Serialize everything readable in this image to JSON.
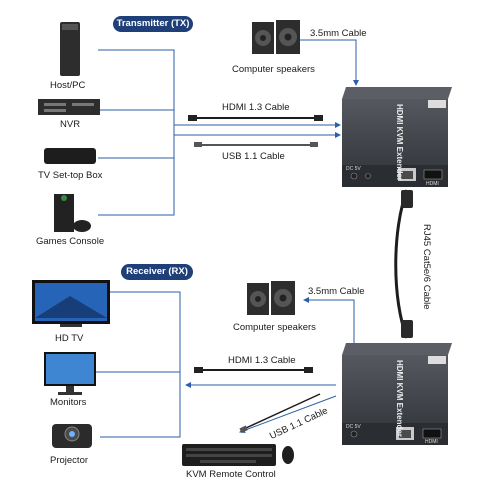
{
  "sections": {
    "transmitter": "Transmitter (TX)",
    "receiver": "Receiver (RX)"
  },
  "tx_devices": [
    {
      "label": "Host/PC",
      "icon": "desktop-pc-icon"
    },
    {
      "label": "NVR",
      "icon": "nvr-icon"
    },
    {
      "label": "TV Set-top Box",
      "icon": "set-top-box-icon"
    },
    {
      "label": "Games Console",
      "icon": "game-console-icon"
    }
  ],
  "rx_devices": [
    {
      "label": "HD TV",
      "icon": "tv-icon"
    },
    {
      "label": "Monitors",
      "icon": "monitor-icon"
    },
    {
      "label": "Projector",
      "icon": "projector-icon"
    }
  ],
  "tx_side": {
    "speakers": "Computer speakers",
    "audio_cable": "3.5mm Cable",
    "hdmi_cable": "HDMI 1.3 Cable",
    "usb_cable": "USB 1.1 Cable"
  },
  "rx_side": {
    "speakers": "Computer speakers",
    "audio_cable": "3.5mm Cable",
    "hdmi_cable": "HDMI 1.3 Cable",
    "usb_cable": "USB 1.1 Cable",
    "kvm": "KVM Remote Control"
  },
  "link_cable": "RJ45 Cat5e/6 Cable",
  "extender": {
    "title": "HDMI KVM Extender",
    "port_hdmi": "HDMI",
    "port_dc": "DC 5V"
  },
  "colors": {
    "line": "#2b5fa8",
    "pill": "#1f3f78",
    "box": "#3a3d42"
  }
}
